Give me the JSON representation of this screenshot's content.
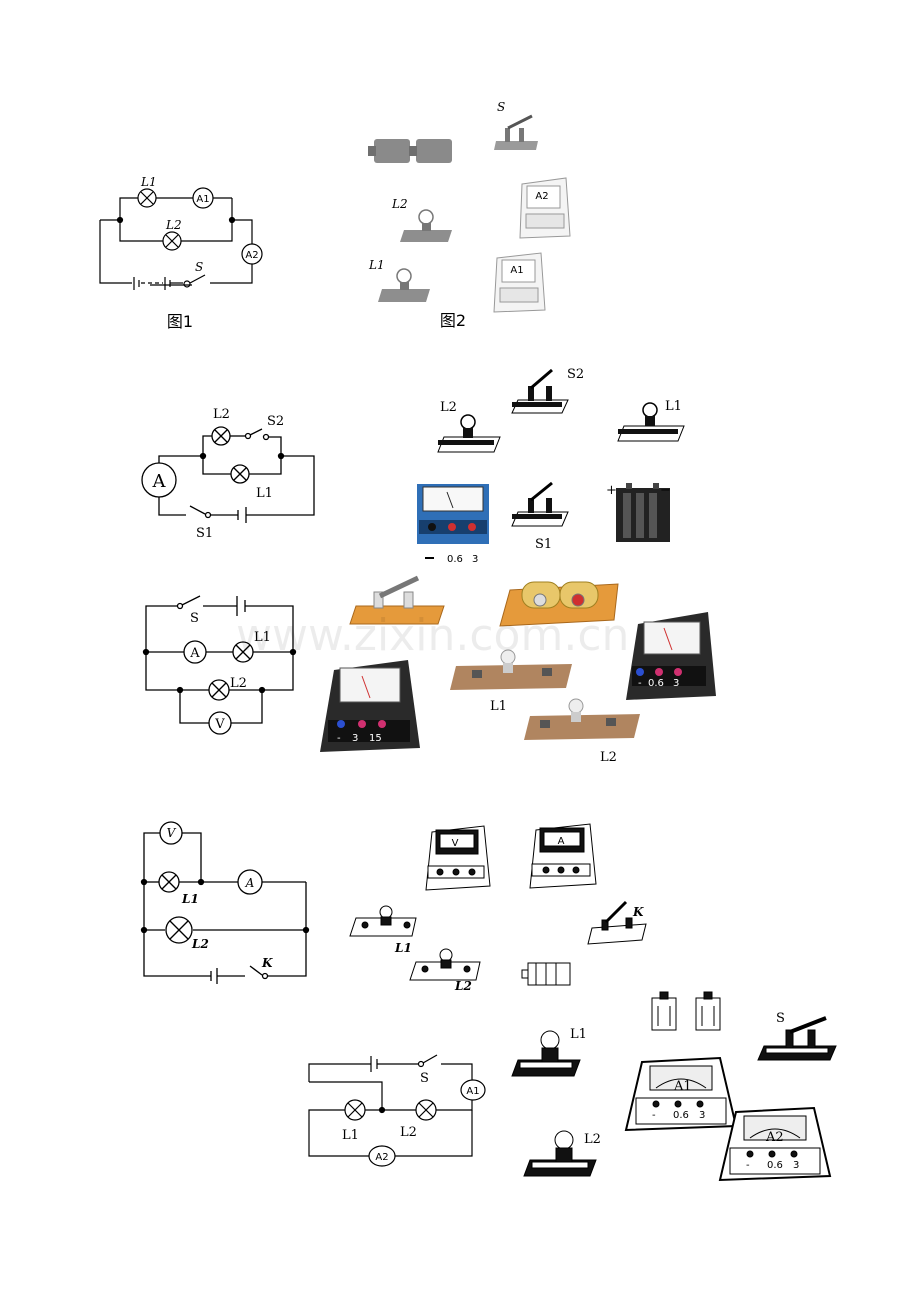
{
  "watermark": "www.zixin.com.cn",
  "problem1": {
    "fig1_caption": "图1",
    "fig2_caption": "图2",
    "labels": {
      "l1": "L1",
      "l2": "L2",
      "a1": "A1",
      "a2": "A2",
      "s": "S"
    }
  },
  "problem2": {
    "labels": {
      "a": "A",
      "l1": "L1",
      "l2": "L2",
      "s1": "S1",
      "s2": "S2"
    },
    "meter_scale": [
      "0.6",
      "3"
    ],
    "battery_plus": "+",
    "battery_minus": "−"
  },
  "problem3": {
    "labels": {
      "s": "S",
      "a": "A",
      "v": "V",
      "l1": "L1",
      "l2": "L2"
    },
    "ammeter_terminals": [
      "-",
      "0.6",
      "3"
    ],
    "voltmeter_terminals": [
      "-",
      "3",
      "15"
    ]
  },
  "problem4": {
    "labels": {
      "v": "V",
      "a": "A",
      "l1": "L1",
      "l2": "L2",
      "k": "K"
    }
  },
  "problem5": {
    "labels": {
      "s": "S",
      "a1": "A1",
      "a2": "A2",
      "l1": "L1",
      "l2": "L2"
    },
    "meter_scale": [
      "-",
      "0.6",
      "3"
    ]
  }
}
